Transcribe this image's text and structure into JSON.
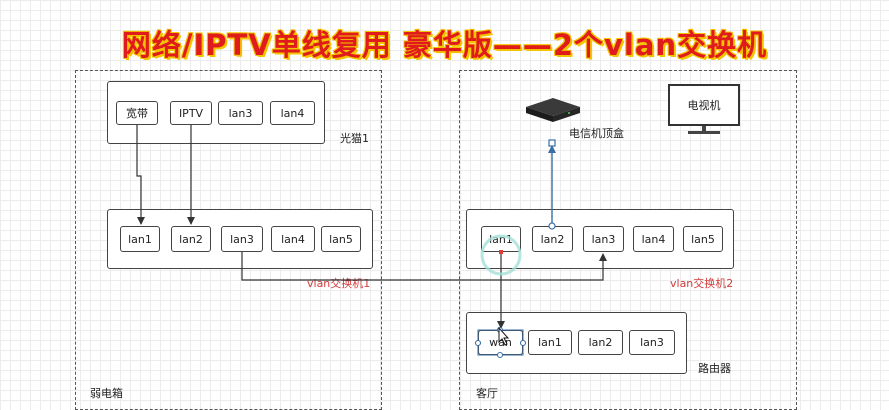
{
  "title": "网络/IPTV单线复用 豪华版——2个vlan交换机",
  "modem": {
    "label": "光猫1",
    "ports": [
      "宽带",
      "IPTV",
      "lan3",
      "lan4"
    ]
  },
  "switch1": {
    "label": "vlan交换机1",
    "ports": [
      "lan1",
      "lan2",
      "lan3",
      "lan4",
      "lan5"
    ]
  },
  "switch2": {
    "label": "vlan交换机2",
    "ports": [
      "lan1",
      "lan2",
      "lan3",
      "lan4",
      "lan5"
    ]
  },
  "router": {
    "label": "路由器",
    "ports": [
      "wan",
      "lan1",
      "lan2",
      "lan3"
    ]
  },
  "settop_box": {
    "label": "电信机顶盒"
  },
  "tv": {
    "label": "电视机"
  },
  "zones": {
    "left": "弱电箱",
    "right": "客厅"
  },
  "colors": {
    "title_red": "#e01b1b",
    "title_outline": "#f5c400",
    "accent_blue": "#3a6ea5",
    "label_red": "#d23c3c",
    "edge": "#444444"
  }
}
